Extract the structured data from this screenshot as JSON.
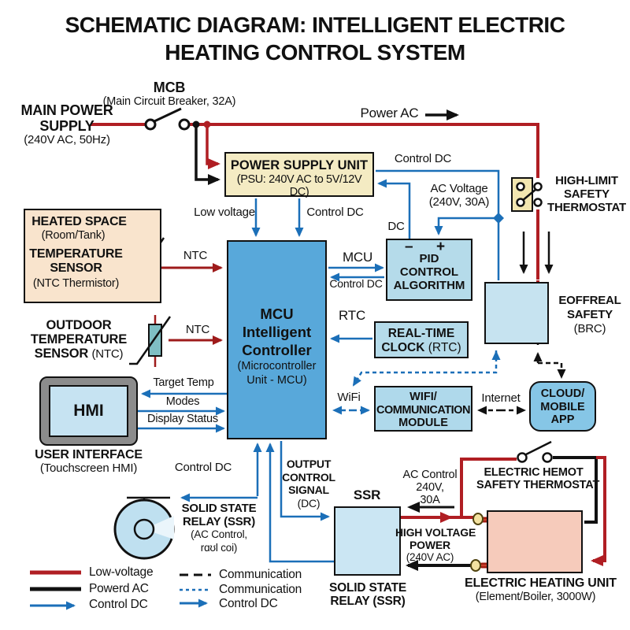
{
  "title": {
    "line1": "SCHEMATIC DIAGRAM: INTELLIGENT ELECTRIC",
    "line2": "HEATING CONTROL SYSTEM"
  },
  "colors": {
    "power_red": "#B01E23",
    "power_black": "#111111",
    "control_blue": "#1B6FB8",
    "ntc_red": "#9E1B1B",
    "psu_yellow": "#F4EBC3",
    "sensor_tan": "#F9E4CD",
    "mcu_blue": "#58A8DA",
    "light_blue": "#B5DBEA",
    "cloud_blue": "#86C6E6",
    "ssr_blue": "#CBE6F3",
    "heater_pink": "#F6CBBB",
    "element_red": "#9E1A0E"
  },
  "nodes": {
    "main_power": {
      "l1": "MAIN POWER",
      "l2": "SUPPLY",
      "sub": "(240V AC, 50Hz)"
    },
    "mcb": {
      "name": "MCB",
      "sub": "(Main Circuit Breaker, 32A)"
    },
    "psu": {
      "l1": "POWER SUPPLY UNIT",
      "l2": "(PSU: 240V AC to 5V/12V DC)"
    },
    "heated_space": {
      "l1": "HEATED SPACE",
      "l2": "(Room/Tank)",
      "l3": "TEMPERATURE",
      "l4": "SENSOR",
      "l5": "(NTC Thermistor)"
    },
    "outdoor_sensor": {
      "l1": "OUTDOOR",
      "l2": "TEMPERATURE",
      "l3": "SENSOR",
      "l3b": "(NTC)"
    },
    "mcu": {
      "l1": "MCU",
      "l2": "Intelligent",
      "l3": "Controller",
      "l4": "(Microcontroller",
      "l5": "Unit - MCU)"
    },
    "pid": {
      "minus": "–",
      "plus": "+",
      "l1": "PID",
      "l2": "CONTROL",
      "l3": "ALGORITHM"
    },
    "rtc": {
      "l1": "REAL-TIME",
      "l2": "CLOCK",
      "l2b": "(RTC)"
    },
    "high_limit": {
      "l1": "HIGH-LIMIT",
      "l2": "SAFETY",
      "l3": "THERMOSTAT"
    },
    "eoffreal": {
      "l1": "EOFFREAL",
      "l2": "SAFETY",
      "l3": "(BRC)"
    },
    "wifi_module": {
      "l1": "WIFI/",
      "l2": "COMMUNICATION",
      "l3": "MODULE"
    },
    "cloud": {
      "l1": "CLOUD/",
      "l2": "MOBILE",
      "l3": "APP"
    },
    "hmi": {
      "screen": "HMI",
      "l1": "USER INTERFACE",
      "l2": "(Touchscreen HMI)"
    },
    "fan_ssr": {
      "l1": "SOLID STATE",
      "l2": "RELAY (SSR)",
      "l3": "(AC Control,",
      "l4": "rɑʊl coi)"
    },
    "ssr": {
      "top": "SSR",
      "l1": "SOLID STATE",
      "l2": "RELAY (SSR)"
    },
    "hemot": {
      "l1": "ELECTRIC HEMOT",
      "l2": "SAFETY THERMOSTAT"
    },
    "heating_unit": {
      "l1": "ELECTRIC HEATING UNIT",
      "l2": "(Element/Boiler, 3000W)"
    }
  },
  "wire_labels": {
    "power_ac": "Power AC",
    "control_dc_psu": "Control DC",
    "dc_feed": "DC",
    "ac_voltage_l1": "AC Voltage",
    "ac_voltage_l2": "(240V, 30A)",
    "low_voltage": "Low voltage",
    "control_dc_mcu": "Control DC",
    "ntc_indoor": "NTC",
    "ntc_outdoor": "NTC",
    "mcu_to_pid": "MCU",
    "pid_to_mcu": "Control DC",
    "rtc": "RTC",
    "target_temp": "Target Temp",
    "modes": "Modes",
    "display_status": "Display Status",
    "wifi": "WiFi",
    "internet": "Internet",
    "control_dc_fan": "Control DC",
    "output_l1": "OUTPUT",
    "output_l2": "CONTROL",
    "output_l3": "SIGNAL",
    "output_l4": "(DC)",
    "ac_control_l1": "AC Control",
    "ac_control_l2": "240V,",
    "ac_control_l3": "30A",
    "hv_l1": "HIGH VOLTAGE",
    "hv_l2": "POWER",
    "hv_l3": "(240V AC)"
  },
  "legend": {
    "left": [
      {
        "label": "Low-voltage"
      },
      {
        "label": "Powerd AC"
      },
      {
        "label": "Control DC"
      }
    ],
    "right": [
      {
        "label": "Communication"
      },
      {
        "label": "Communication"
      },
      {
        "label": "Control DC"
      }
    ]
  }
}
